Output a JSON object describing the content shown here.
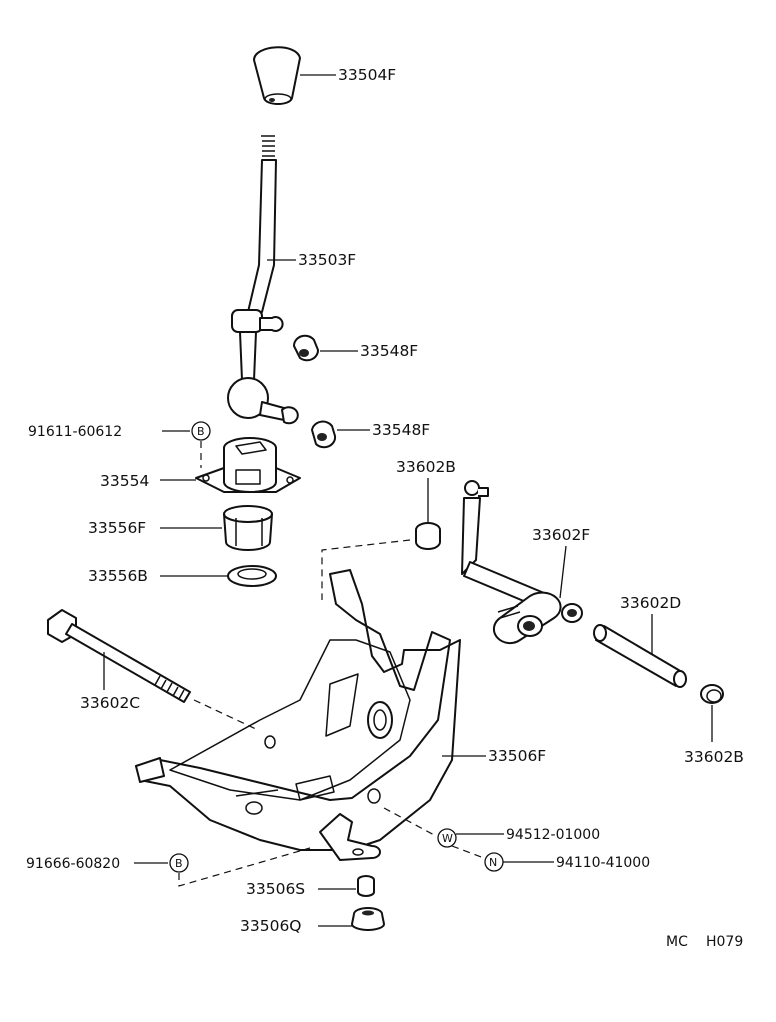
{
  "parts": {
    "knob": "33504F",
    "lever": "33503F",
    "bushing_upper": "33548F",
    "bushing_lower": "33548F",
    "bolt_b_upper": "91611-60612",
    "retainer": "33554",
    "seat": "33556F",
    "ring": "33556B",
    "bushing_b_top": "33602B",
    "selector_lever": "33602F",
    "shaft": "33602D",
    "bushing_b_right": "33602B",
    "long_bolt": "33602C",
    "bracket": "33506F",
    "washer": "94512-01000",
    "nut": "94110-41000",
    "bolt_b_lower": "91666-60820",
    "spacer": "33506S",
    "cushion": "33506Q"
  },
  "symbols": {
    "b_upper": "B",
    "b_lower": "B",
    "w": "W",
    "n": "N"
  },
  "footer": {
    "code_left": "MC",
    "code_right": "H079"
  }
}
